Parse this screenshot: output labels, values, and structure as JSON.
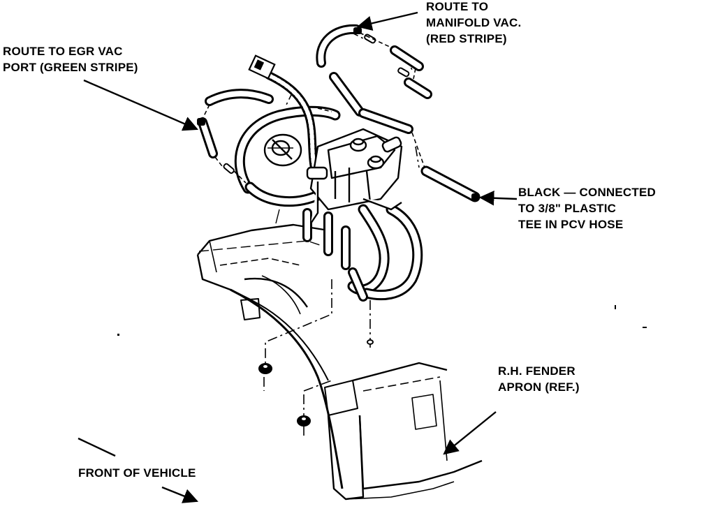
{
  "colors": {
    "ink": "#000000",
    "paper": "#ffffff"
  },
  "callouts": {
    "manifold": {
      "lines": [
        "ROUTE TO",
        "MANIFOLD VAC.",
        "(RED STRIPE)"
      ]
    },
    "egr": {
      "lines": [
        "ROUTE TO EGR VAC",
        "PORT (GREEN STRIPE)"
      ]
    },
    "black": {
      "lines": [
        "BLACK — CONNECTED",
        "TO 3/8\" PLASTIC",
        "TEE IN PCV HOSE"
      ]
    },
    "fender": {
      "lines": [
        "R.H. FENDER",
        "APRON (REF.)"
      ]
    },
    "front": {
      "lines": [
        "FRONT OF VEHICLE"
      ]
    }
  }
}
